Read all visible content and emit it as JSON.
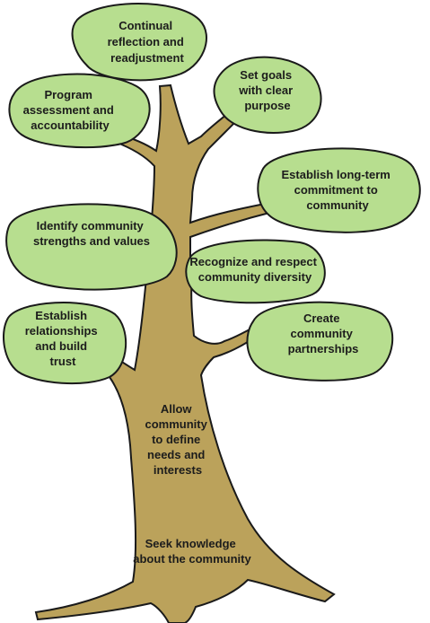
{
  "colors": {
    "leaf_fill": "#b7de8f",
    "trunk_fill": "#bba25b",
    "outline": "#1a1a1a",
    "text": "#1c1c1c"
  },
  "leaves": [
    {
      "id": "continual-reflection",
      "lines": [
        "Continual",
        "reflection and",
        "readjustment"
      ]
    },
    {
      "id": "program-assessment",
      "lines": [
        "Program",
        "assessment and",
        "accountability"
      ]
    },
    {
      "id": "set-goals",
      "lines": [
        "Set goals",
        "with clear",
        "purpose"
      ]
    },
    {
      "id": "long-term-commitment",
      "lines": [
        "Establish long-term",
        "commitment to",
        "community"
      ]
    },
    {
      "id": "community-strengths",
      "lines": [
        "Identify community",
        "strengths and values"
      ]
    },
    {
      "id": "community-diversity",
      "lines": [
        "Recognize and respect",
        "community diversity"
      ]
    },
    {
      "id": "build-trust",
      "lines": [
        "Establish",
        "relationships",
        "and build",
        "trust"
      ]
    },
    {
      "id": "community-partnerships",
      "lines": [
        "Create",
        "community",
        "partnerships"
      ]
    }
  ],
  "trunk_labels": [
    {
      "id": "define-needs",
      "lines": [
        "Allow",
        "community",
        "to define",
        "needs and",
        "interests"
      ]
    },
    {
      "id": "seek-knowledge",
      "lines": [
        "Seek knowledge",
        "about the community"
      ]
    }
  ]
}
